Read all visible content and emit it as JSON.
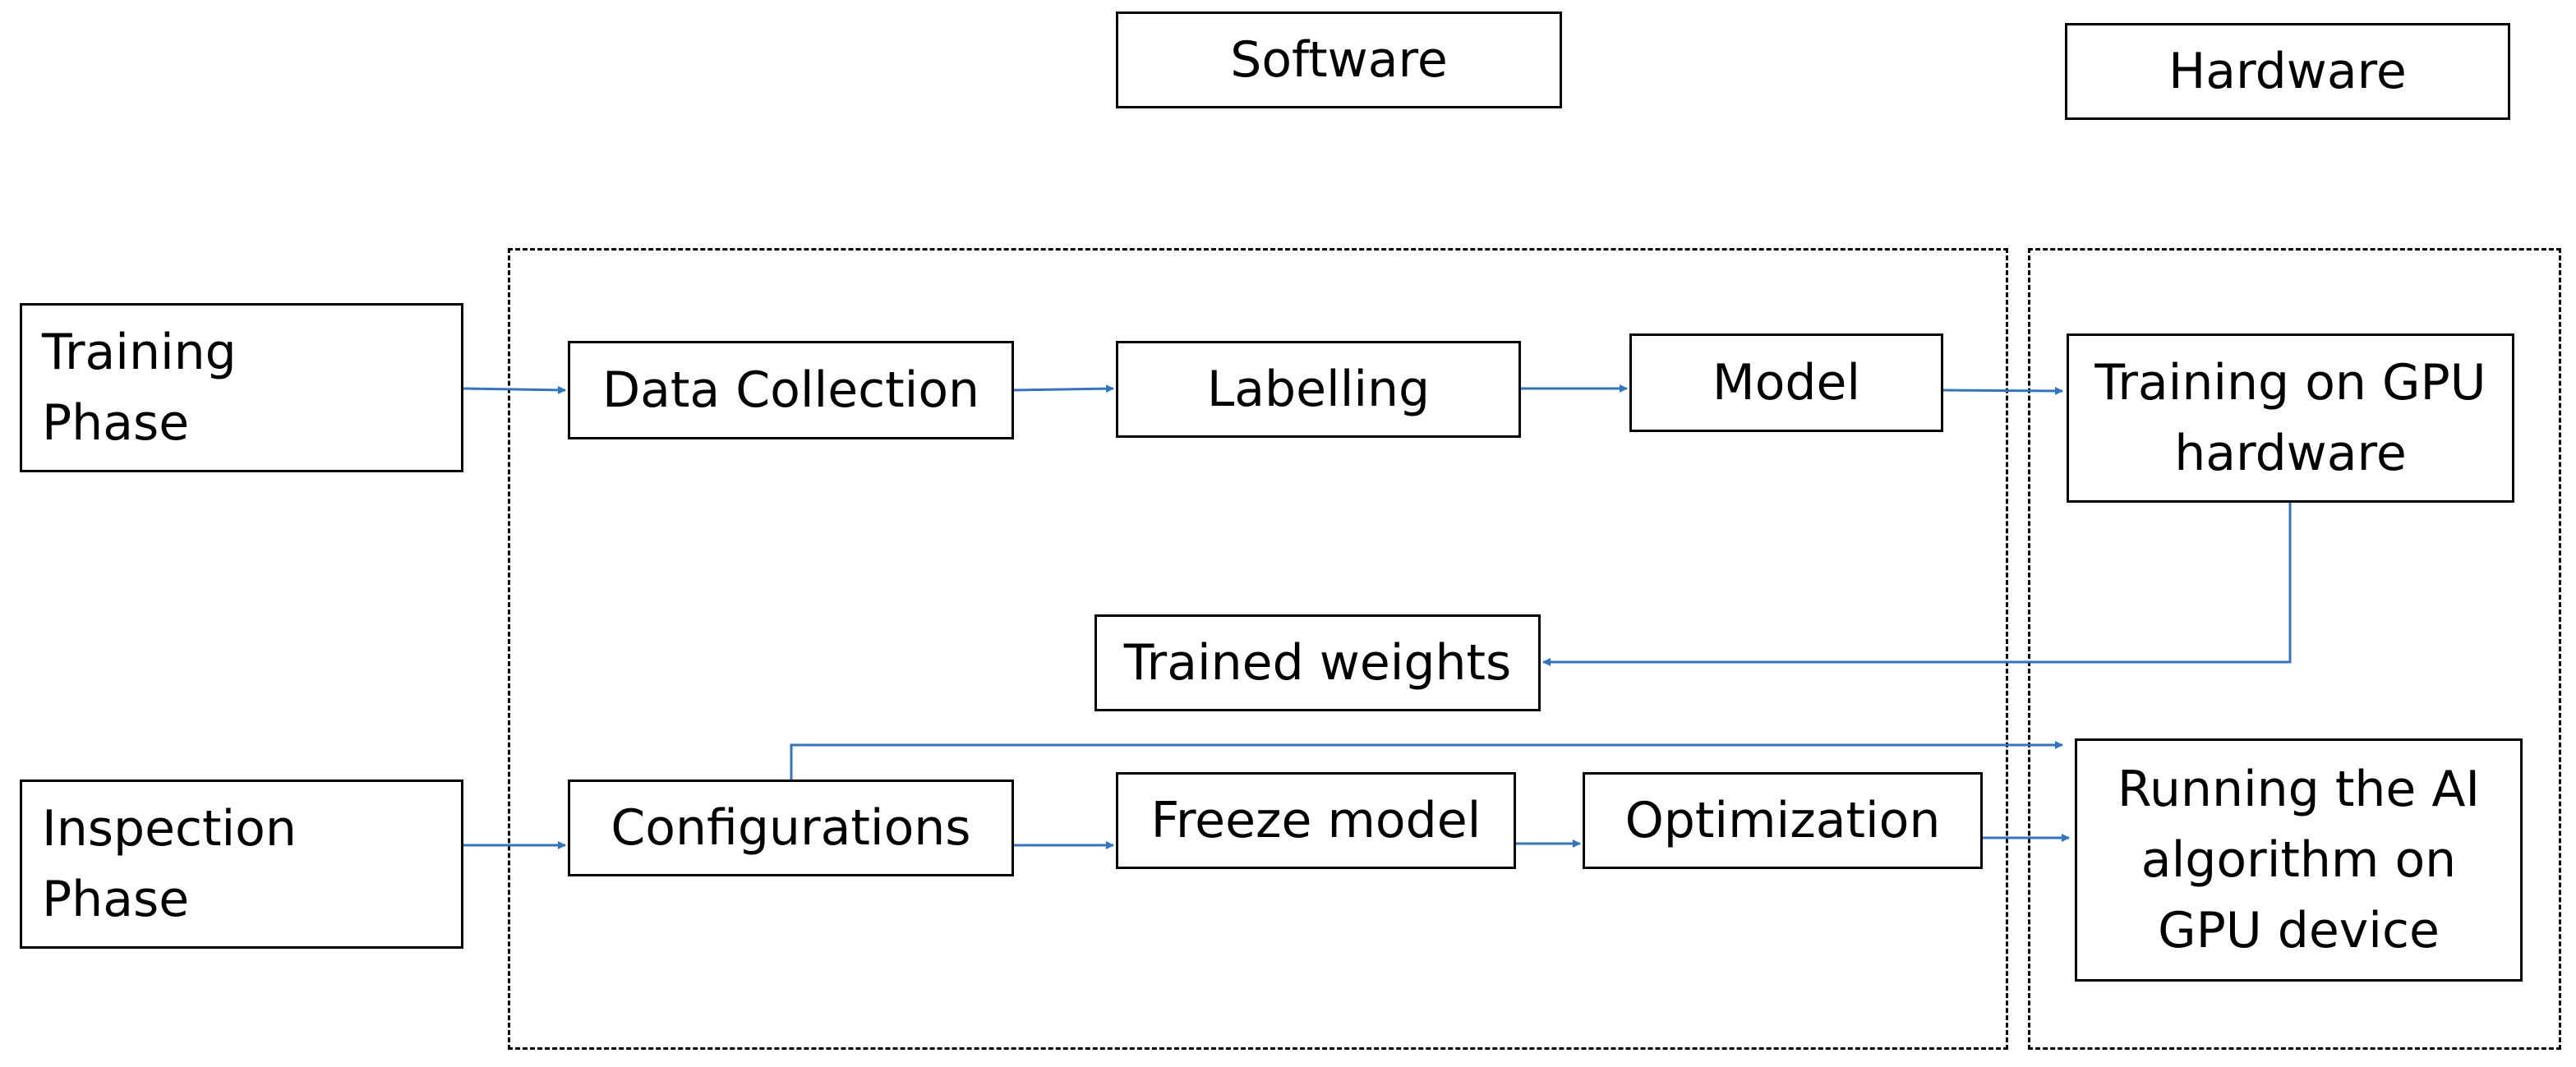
{
  "diagram": {
    "headers": {
      "software": "Software",
      "hardware": "Hardware"
    },
    "phases": {
      "training": "Training\nPhase",
      "inspection": "Inspection\nPhase"
    },
    "nodes": {
      "data_collection": "Data Collection",
      "labelling": "Labelling",
      "model": "Model",
      "training_gpu": "Training on GPU\nhardware",
      "trained_weights": "Trained weights",
      "configurations": "Configurations",
      "freeze_model": "Freeze model",
      "optimization": "Optimization",
      "running_ai": "Running the AI\nalgorithm on\nGPU device"
    },
    "colors": {
      "arrow": "#2E75C8",
      "border": "#000000",
      "background": "#FFFFFF"
    }
  }
}
